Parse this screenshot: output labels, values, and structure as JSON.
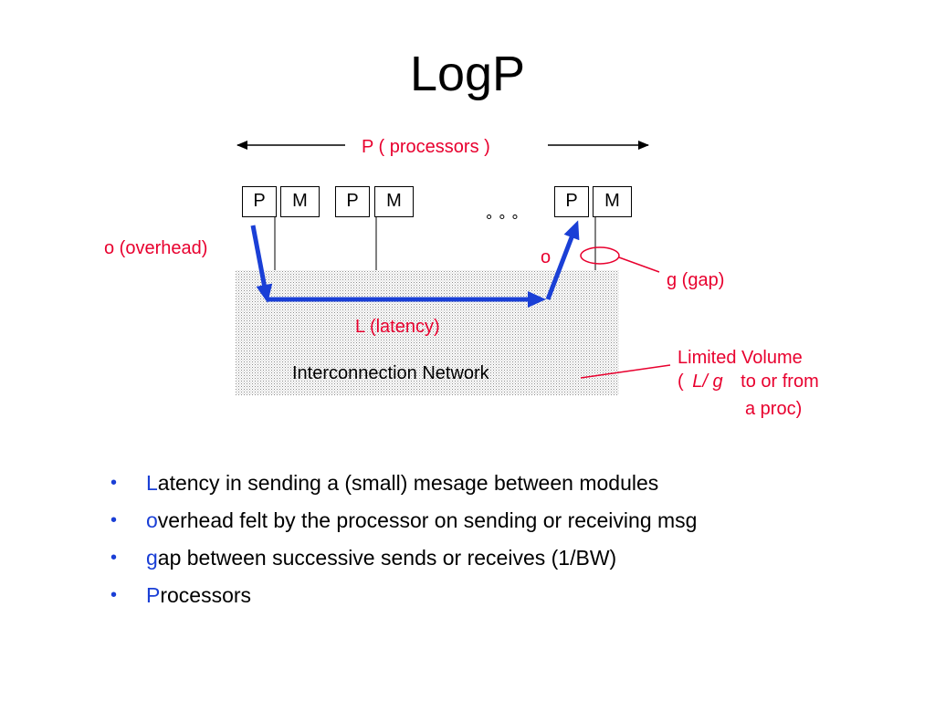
{
  "title": "LogP",
  "diagram": {
    "p_label": "P  ( processors )",
    "nodes": [
      {
        "p": "P",
        "m": "M"
      },
      {
        "p": "P",
        "m": "M"
      },
      {
        "p": "P",
        "m": "M"
      }
    ],
    "ellipsis": "° ° °",
    "overhead_label": "o (overhead)",
    "o_label": "o",
    "gap_label": "g (gap)",
    "latency_label": "L (latency)",
    "network_label": "Interconnection Network",
    "volume": {
      "line1": "Limited Volume",
      "open_paren": "(",
      "italic": "L/ g",
      "rest": "to or from",
      "line3": "a proc)"
    },
    "colors": {
      "accent": "#e8002e",
      "arrow": "#1a3fd6"
    }
  },
  "bullets": [
    {
      "lead": "L",
      "text": "atency in sending a (small) mesage between modules"
    },
    {
      "lead": "o",
      "text": "verhead felt by the processor on sending or receiving msg"
    },
    {
      "lead": "g",
      "text": "ap between successive sends or receives (1/BW)"
    },
    {
      "lead": "P",
      "text": "rocessors"
    }
  ],
  "bullet_glyph": "•"
}
